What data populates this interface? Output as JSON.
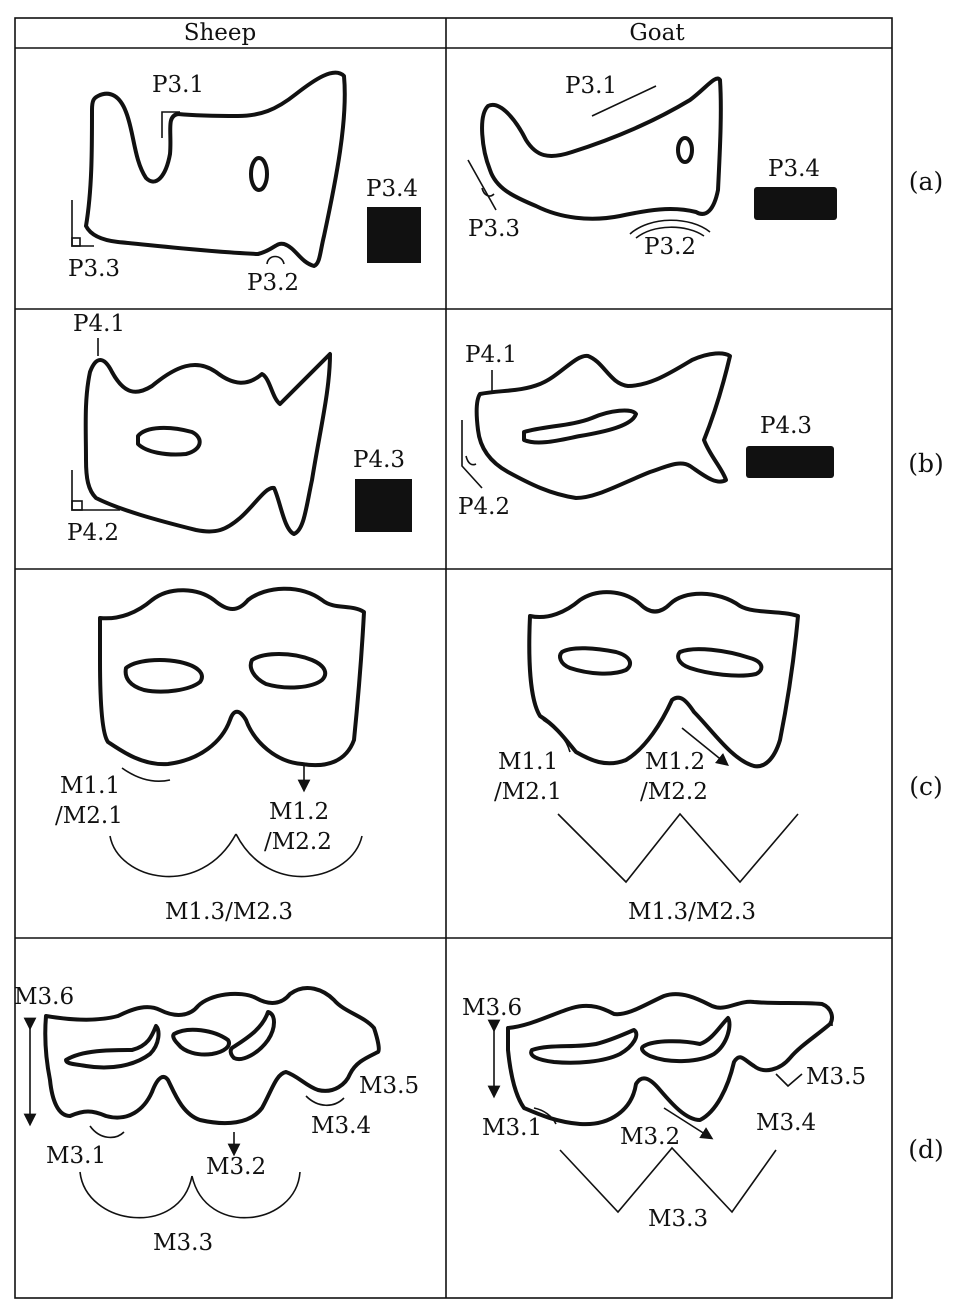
{
  "columns": [
    "Sheep",
    "Goat"
  ],
  "rows": [
    "(a)",
    "(b)",
    "(c)",
    "(d)"
  ],
  "panels": {
    "a_sheep": [
      "P3.1",
      "P3.4",
      "P3.3",
      "P3.2"
    ],
    "a_goat": [
      "P3.1",
      "P3.4",
      "P3.3",
      "P3.2"
    ],
    "b_sheep": [
      "P4.1",
      "P4.3",
      "P4.2"
    ],
    "b_goat": [
      "P4.1",
      "P4.3",
      "P4.2"
    ],
    "c_sheep": [
      "M1.1",
      "/M2.1",
      "M1.2",
      "/M2.2",
      "M1.3/M2.3"
    ],
    "c_goat": [
      "M1.1",
      "/M2.1",
      "M1.2",
      "/M2.2",
      "M1.3/M2.3"
    ],
    "d_sheep": [
      "M3.6",
      "M3.5",
      "M3.4",
      "M3.1",
      "M3.2",
      "M3.3"
    ],
    "d_goat": [
      "M3.6",
      "M3.5",
      "M3.4",
      "M3.1",
      "M3.2",
      "M3.3"
    ]
  }
}
